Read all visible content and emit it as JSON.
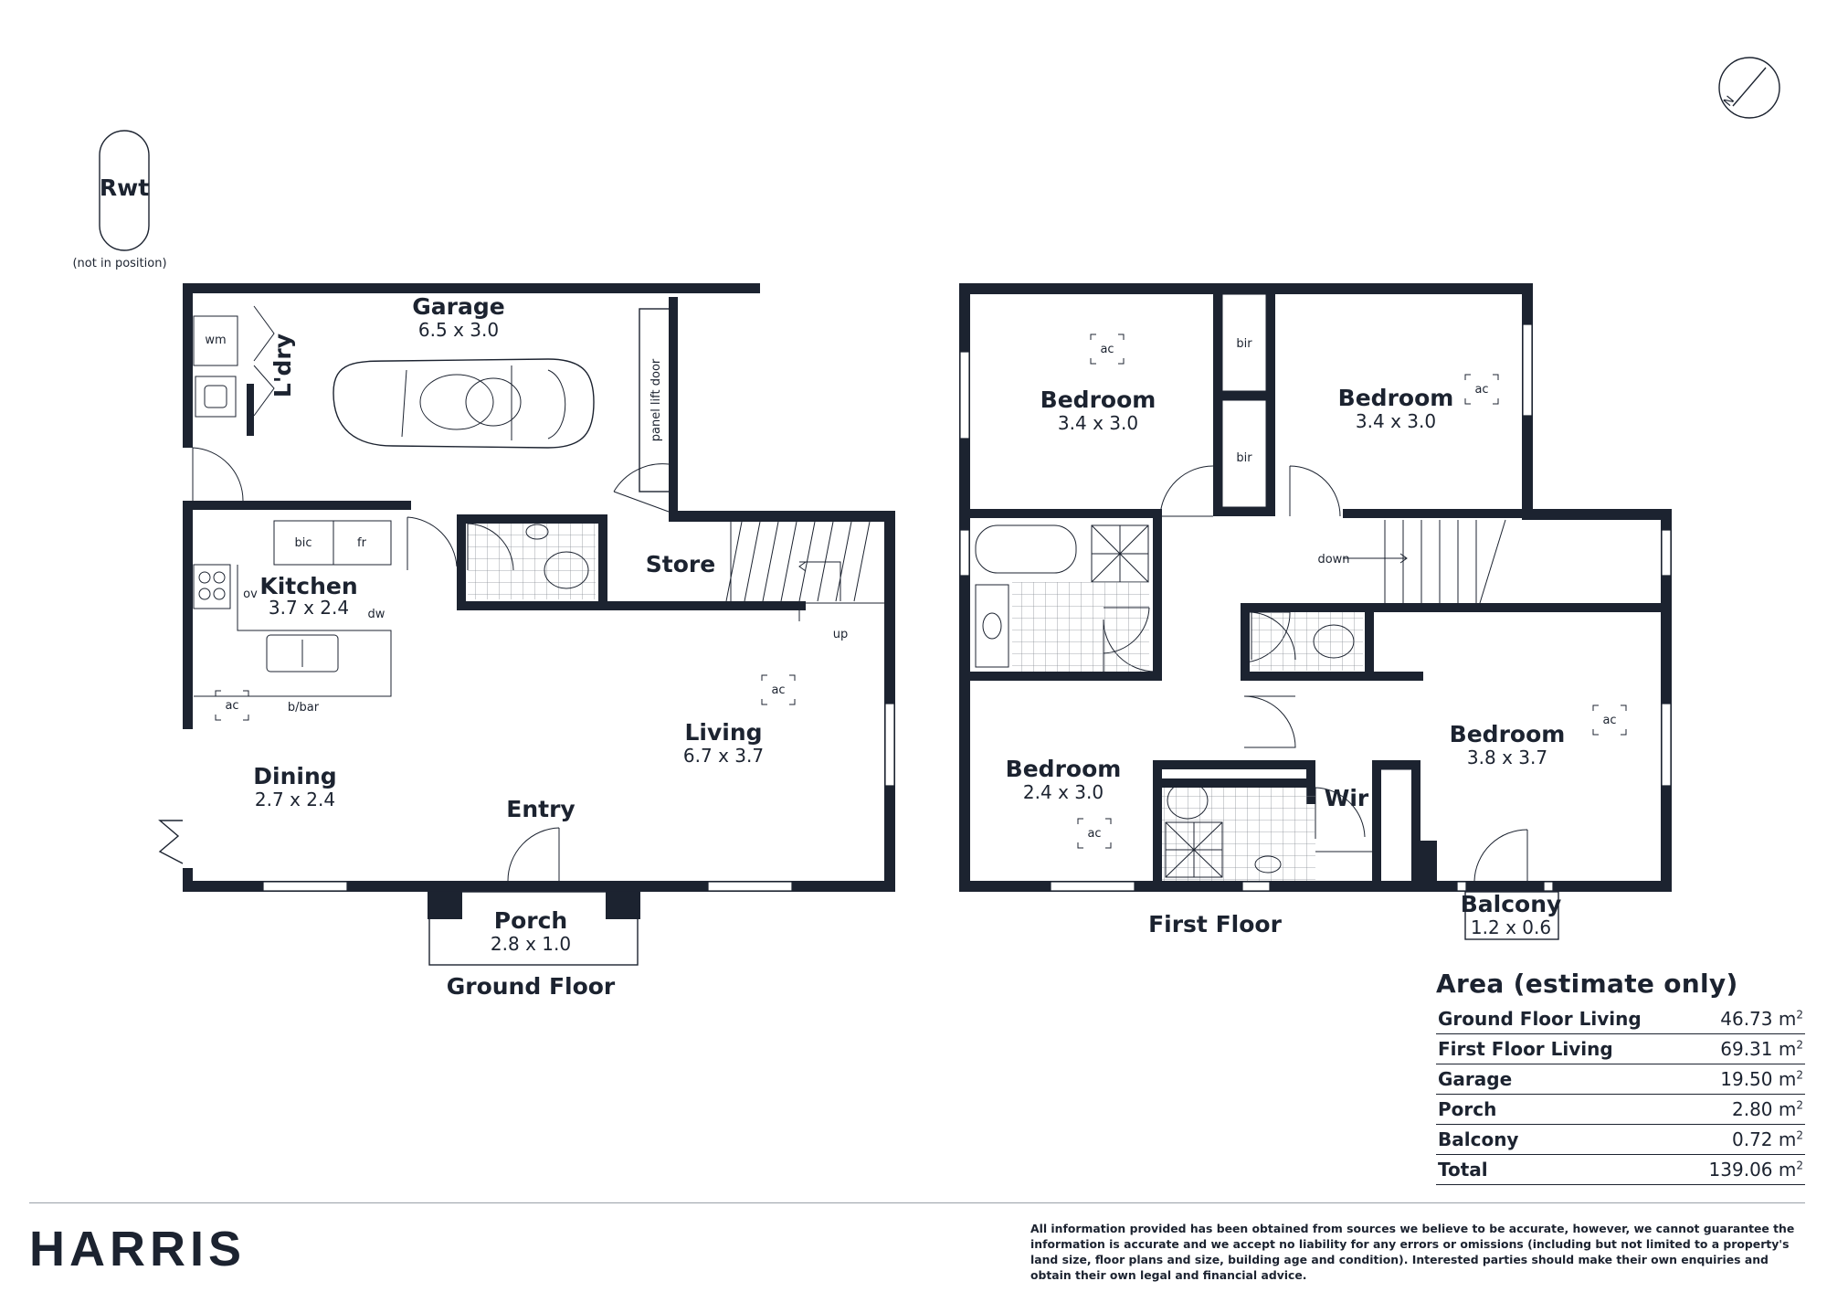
{
  "rwt": {
    "label": "Rwt",
    "note": "(not in position)"
  },
  "ground_floor": {
    "title": "Ground Floor",
    "rooms": {
      "garage": {
        "name": "Garage",
        "dims": "6.5 x 3.0"
      },
      "laundry": {
        "name": "L'dry"
      },
      "kitchen": {
        "name": "Kitchen",
        "dims": "3.7 x 2.4"
      },
      "store": {
        "name": "Store"
      },
      "living": {
        "name": "Living",
        "dims": "6.7 x 3.7"
      },
      "dining": {
        "name": "Dining",
        "dims": "2.7 x 2.4"
      },
      "entry": {
        "name": "Entry"
      },
      "porch": {
        "name": "Porch",
        "dims": "2.8 x 1.0"
      }
    },
    "fixtures": {
      "wm": "wm",
      "panel_lift_door": "panel lift door",
      "bic": "bic",
      "fr": "fr",
      "ov": "ov",
      "dw": "dw",
      "b_bar": "b/bar",
      "up": "up",
      "ac_living": "ac",
      "ac_dining": "ac"
    }
  },
  "first_floor": {
    "title": "First Floor",
    "rooms": {
      "bed1": {
        "name": "Bedroom",
        "dims": "3.4 x 3.0"
      },
      "bed2": {
        "name": "Bedroom",
        "dims": "3.4 x 3.0"
      },
      "bed3": {
        "name": "Bedroom",
        "dims": "2.4 x 3.0"
      },
      "bed4": {
        "name": "Bedroom",
        "dims": "3.8 x 3.7"
      },
      "wir": {
        "name": "Wir"
      },
      "balcony": {
        "name": "Balcony",
        "dims": "1.2 x 0.6"
      }
    },
    "fixtures": {
      "bir1": "bir",
      "bir2": "bir",
      "down": "down",
      "ac1": "ac",
      "ac2": "ac",
      "ac3": "ac",
      "ac4": "ac"
    }
  },
  "compass": {
    "label": "N"
  },
  "area": {
    "title": "Area (estimate only)",
    "rows": [
      {
        "label": "Ground Floor Living",
        "value": "46.73",
        "unit": "m",
        "sup": "2"
      },
      {
        "label": "First Floor Living",
        "value": "69.31",
        "unit": "m",
        "sup": "2"
      },
      {
        "label": "Garage",
        "value": "19.50",
        "unit": "m",
        "sup": "2"
      },
      {
        "label": "Porch",
        "value": "2.80",
        "unit": "m",
        "sup": "2"
      },
      {
        "label": "Balcony",
        "value": "0.72",
        "unit": "m",
        "sup": "2"
      },
      {
        "label": "Total",
        "value": "139.06",
        "unit": "m",
        "sup": "2"
      }
    ]
  },
  "brand": "HARRIS",
  "disclaimer": "All information provided has been obtained from sources we believe to be accurate, however, we cannot guarantee the information is accurate and we accept no liability for any errors or omissions (including but not limited to a property's land size, floor plans and size, building age and condition). Interested parties should make their own enquiries and obtain their own legal and financial advice.",
  "colors": {
    "ink": "#1c2330"
  }
}
